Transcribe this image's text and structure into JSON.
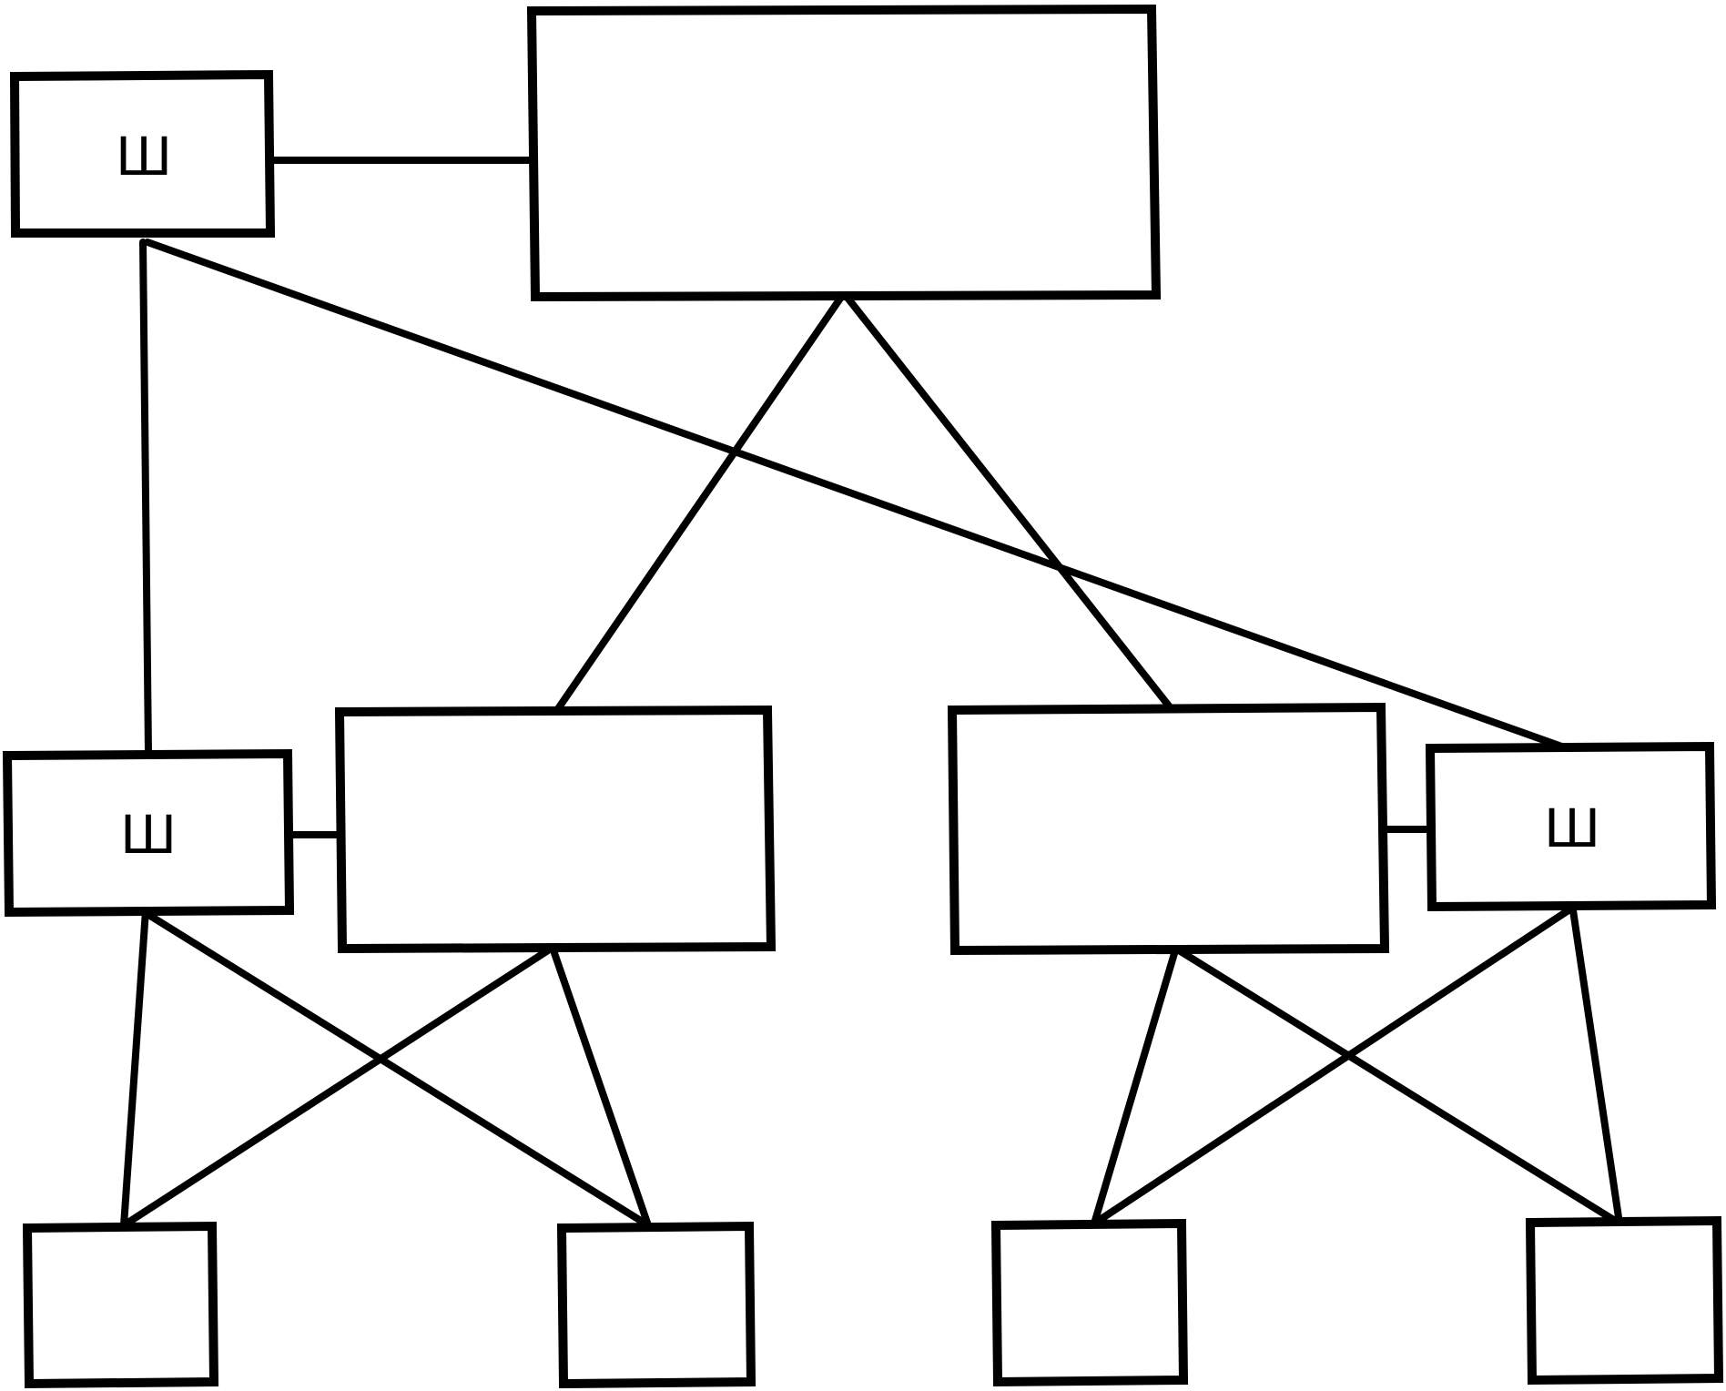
{
  "diagram": {
    "type": "hierarchy",
    "labeled_nodes": {
      "top_left_label": "Ш",
      "mid_left_label": "Ш",
      "mid_right_label": "Ш"
    },
    "unlabeled_nodes": [
      "root",
      "mid-center-left",
      "mid-center-right",
      "leaf-1",
      "leaf-2",
      "leaf-3",
      "leaf-4"
    ]
  },
  "colors": {
    "line": "#000000",
    "background": "#ffffff"
  }
}
